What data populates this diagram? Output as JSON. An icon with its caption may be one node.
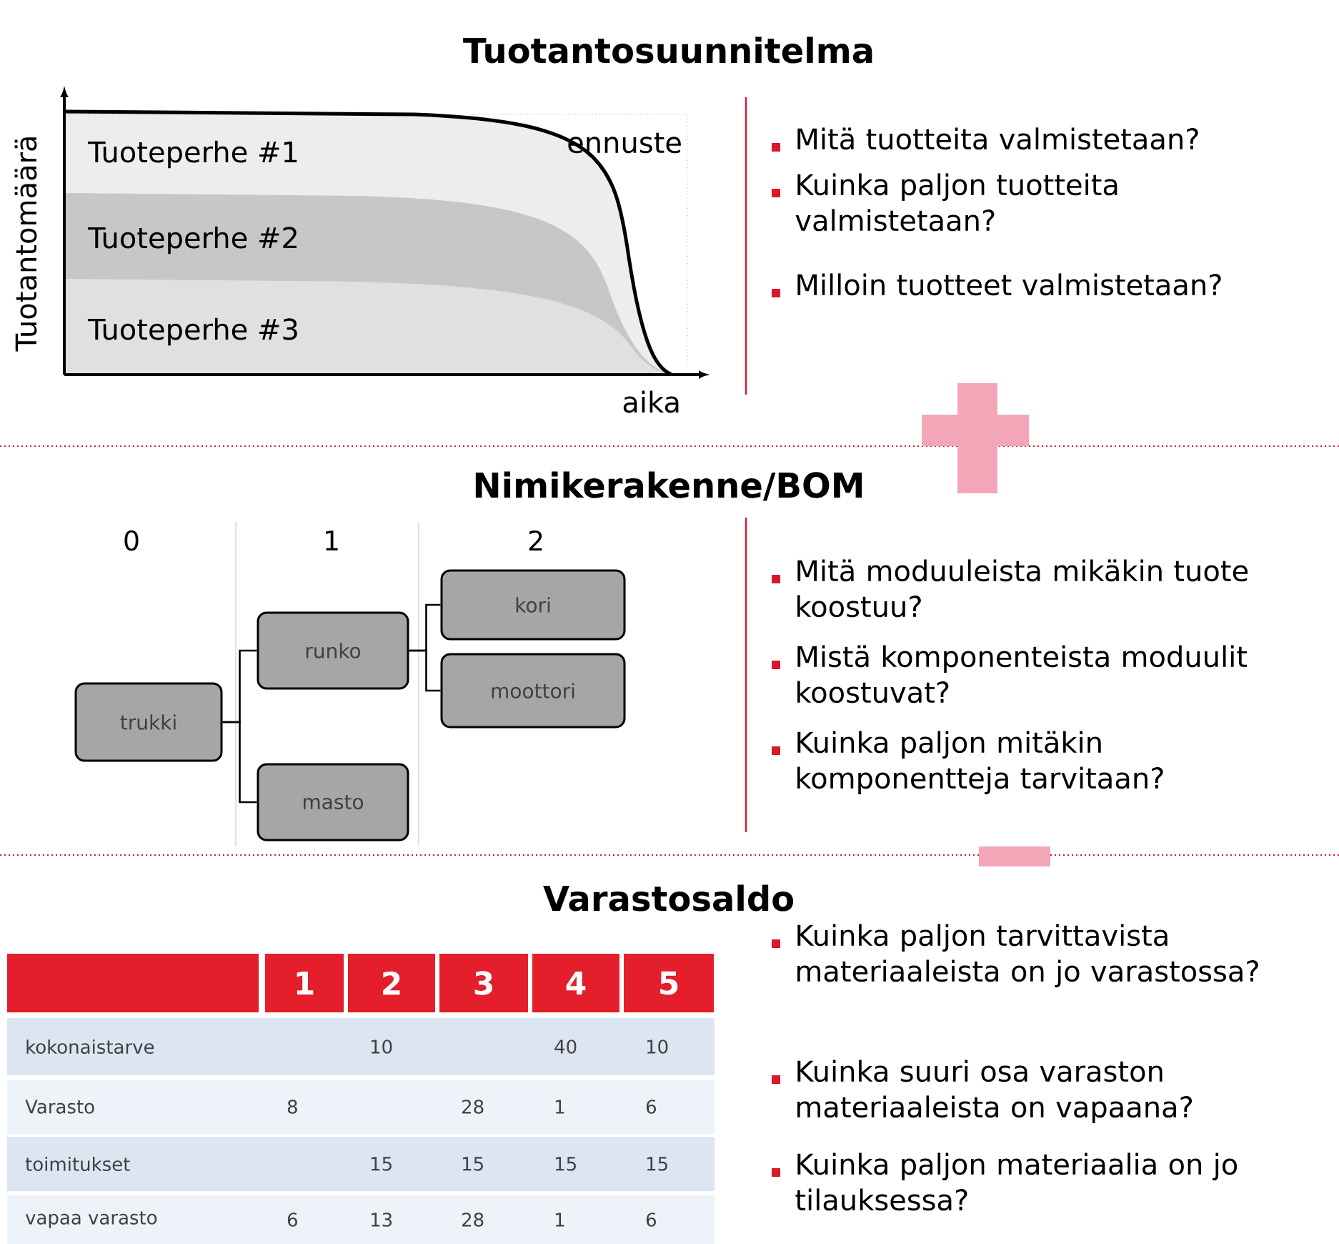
{
  "diagram": {
    "nodes": [
      {
        "text": [
          "trukki"
        ]
      },
      {
        "text": [
          "runko"
        ]
      },
      {
        "text": [
          "masto"
        ]
      },
      {
        "text": [
          "kori"
        ]
      },
      {
        "text": [
          "moottori"
        ]
      }
    ],
    "edges": [
      {
        "from": 0,
        "to": 1,
        "arrow": "none"
      },
      {
        "from": 0,
        "to": 2,
        "arrow": "none"
      },
      {
        "from": 1,
        "to": 3,
        "arrow": "none"
      },
      {
        "from": 1,
        "to": 4,
        "arrow": "none"
      }
    ],
    "labels": [
      "Tuotantosuunnitelma",
      "Tuotantomäärä",
      "Tuoteperhe #1",
      "ennuste",
      "Tuoteperhe #2",
      "Tuoteperhe #3",
      "aika",
      "Mitä tuotteita valmistetaan?",
      "Kuinka paljon tuotteita valmistetaan?",
      "Milloin tuotteet valmistetaan?",
      "Nimikerakenne/BOM",
      "0",
      "1",
      "2",
      "Mitä moduuleista mikäkin tuote koostuu?",
      "Mistä komponenteista moduulit koostuvat?",
      "Kuinka paljon mitäkin komponentteja tarvitaan?",
      "Varastosaldo",
      "1",
      "2",
      "3",
      "4",
      "5",
      "kokonaistarve",
      "10",
      "40",
      "10",
      "Varasto",
      "8",
      "28",
      "1",
      "6",
      "toimitukset",
      "15",
      "15",
      "15",
      "15",
      "vapaa varasto",
      "6",
      "13",
      "28",
      "1",
      "6",
      "Kuinka paljon tarvittavista materiaaleista on jo varastossa?",
      "Kuinka suuri osa varaston materiaaleista on vapaana?",
      "Kuinka paljon materiaalia on jo tilauksessa?"
    ]
  }
}
